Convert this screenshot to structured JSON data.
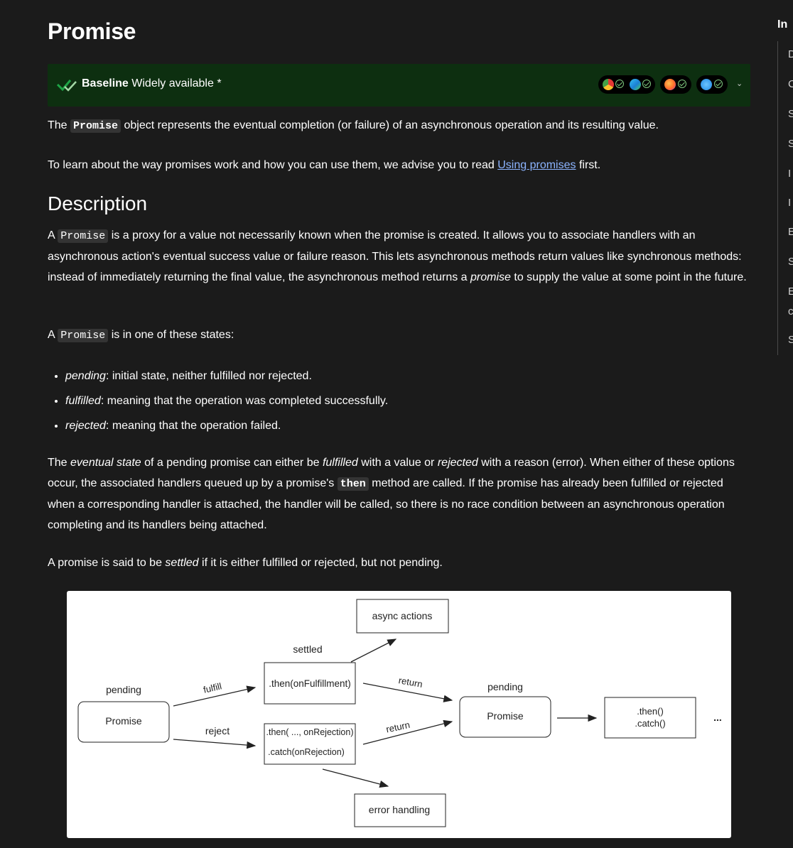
{
  "page": {
    "title": "Promise",
    "baseline": {
      "strong": "Baseline",
      "rest": "Widely available",
      "asterisk": "*",
      "browser_icons": [
        "chrome-icon",
        "edge-icon",
        "firefox-icon",
        "safari-icon"
      ]
    },
    "intro": {
      "p1_before": "The",
      "p1_code": "Promise",
      "p1_after": "object represents the eventual completion (or failure) of an asynchronous operation and its resulting value.",
      "p2_before": "To learn about the way promises work and how you can use them, we advise you to read",
      "p2_link": "Using promises",
      "p2_after": "first."
    },
    "description": {
      "heading": "Description",
      "p1_a": "A",
      "p1_code": "Promise",
      "p1_b": "is a proxy for a value not necessarily known when the promise is created. It allows you to associate handlers with an asynchronous action's eventual success value or failure reason. This lets asynchronous methods return values like synchronous methods: instead of immediately returning the final value, the asynchronous method returns a",
      "p1_em": "promise",
      "p1_c": "to supply the value at some point in the future.",
      "p2_a": "A",
      "p2_code": "Promise",
      "p2_b": "is in one of these states:",
      "states": [
        {
          "term": "pending",
          "desc": ": initial state, neither fulfilled nor rejected."
        },
        {
          "term": "fulfilled",
          "desc": ": meaning that the operation was completed successfully."
        },
        {
          "term": "rejected",
          "desc": ": meaning that the operation failed."
        }
      ],
      "p3_a": "The",
      "p3_em1": "eventual state",
      "p3_b": "of a pending promise can either be",
      "p3_em2": "fulfilled",
      "p3_c": "with a value or",
      "p3_em3": "rejected",
      "p3_d": "with a reason (error). When either of these options occur, the associated handlers queued up by a promise's",
      "p3_code": "then",
      "p3_e": "method are called. If the promise has already been fulfilled or rejected when a corresponding handler is attached, the handler will be called, so there is no race condition between an asynchronous operation completing and its handlers being attached.",
      "p4_a": "A promise is said to be",
      "p4_em": "settled",
      "p4_b": "if it is either fulfilled or rejected, but not pending."
    },
    "diagram": {
      "pending_left": "pending",
      "promise_left": "Promise",
      "fulfill": "fulfill",
      "reject": "reject",
      "settled": "settled",
      "then_fulfill": ".then(onFulfillment)",
      "then_reject": ".then( ..., onRejection)",
      "catch_reject": ".catch(onRejection)",
      "async_actions": "async actions",
      "error_handling": "error handling",
      "return_top": "return",
      "return_bottom": "return",
      "pending_right": "pending",
      "promise_right": "Promise",
      "then_box_1": ".then()",
      "then_box_2": ".catch()",
      "ellipsis": "..."
    }
  },
  "toc": {
    "title": "In",
    "items": [
      "D",
      "C",
      "S",
      "S",
      "I",
      "I",
      "E",
      "S",
      "E",
      "c",
      "S"
    ]
  }
}
